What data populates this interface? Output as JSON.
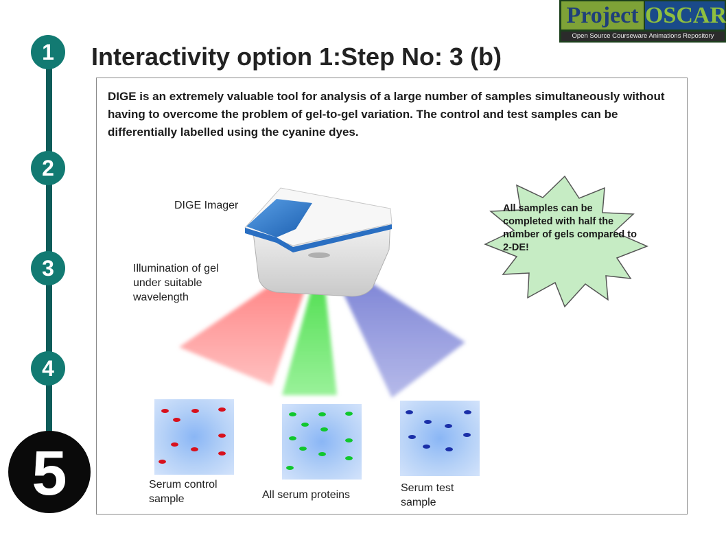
{
  "header": {
    "title": "Interactivity option 1:Step No: 3 (b)"
  },
  "logo": {
    "word1": "Project",
    "word2": "OSCAR",
    "tagline": "Open Source Courseware Animations Repository"
  },
  "steps": [
    {
      "label": "1"
    },
    {
      "label": "2"
    },
    {
      "label": "3"
    },
    {
      "label": "4"
    },
    {
      "label": "5"
    }
  ],
  "content": {
    "intro": "DIGE is an extremely valuable tool for analysis of a large number of samples simultaneously without having to overcome the problem of gel-to-gel variation. The control and test samples can be differentially labelled using the cyanine dyes.",
    "imager_label": "DIGE Imager",
    "illumination_label": "Illumination of gel under suitable wavelength",
    "callout": "All samples can be completed with half the number of gels compared to 2-DE!",
    "gels": [
      {
        "label": "Serum control sample"
      },
      {
        "label": "All serum proteins"
      },
      {
        "label": "Serum test sample"
      }
    ]
  },
  "colors": {
    "step_circle": "#127a72",
    "active_step": "#0a0a0a",
    "beam_red": "#ff7b7b",
    "beam_green": "#4fe24f",
    "beam_blue": "#7f86d6",
    "callout_fill": "#c6ecc4"
  }
}
